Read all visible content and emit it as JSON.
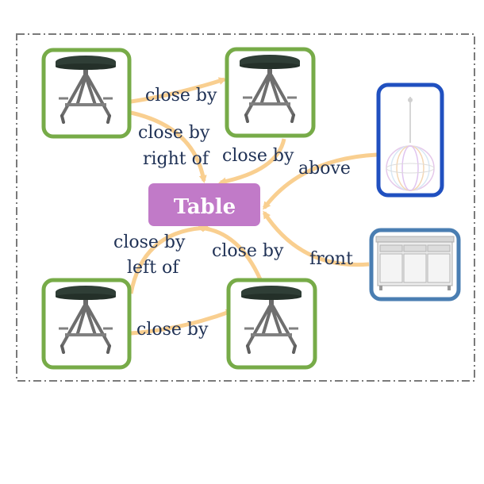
{
  "center": {
    "label": "Table",
    "color": "#c17ac8"
  },
  "colors": {
    "stool_frame": "#77ab48",
    "lamp_frame": "#2050c0",
    "cabinet_frame": "#4a7eb2",
    "arrow": "#f9cf90",
    "text": "#1f3155",
    "border": "#7a7a7a"
  },
  "nodes": [
    {
      "id": "stool-top-left",
      "icon": "stool-icon"
    },
    {
      "id": "stool-top-right",
      "icon": "stool-icon"
    },
    {
      "id": "stool-bottom-left",
      "icon": "stool-icon"
    },
    {
      "id": "stool-bottom-right",
      "icon": "stool-icon"
    },
    {
      "id": "pendant-lamp",
      "icon": "pendant-lamp-icon"
    },
    {
      "id": "cabinet",
      "icon": "sideboard-cabinet-icon"
    }
  ],
  "edges": {
    "tl_tr": "close by",
    "tl_center_1": "close by",
    "tl_center_2": "right of",
    "tr_center": "close by",
    "lamp_center": "above",
    "bl_center_1": "close by",
    "bl_center_2": "left of",
    "br_center": "close by",
    "bl_br": "close by",
    "cabinet_center": "front"
  }
}
